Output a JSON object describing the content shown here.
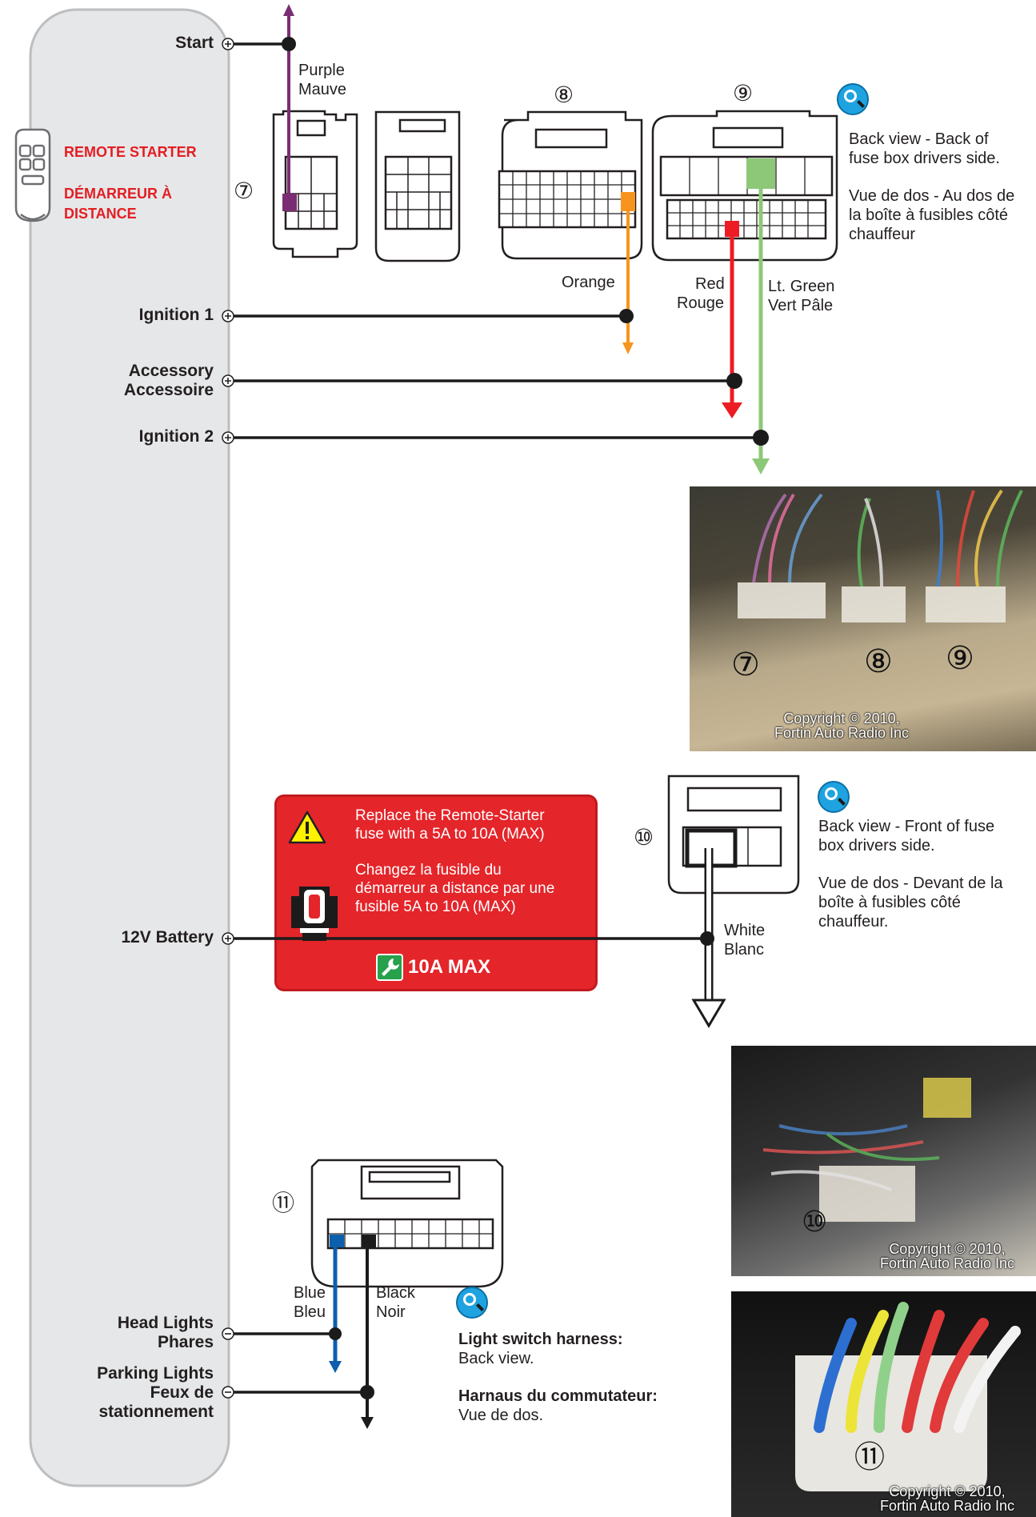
{
  "remote": {
    "title": "REMOTE STARTER",
    "title_fr": "DÉMARREUR À DISTANCE",
    "icon": "remote-icon"
  },
  "terminals": {
    "start": "Start",
    "ignition1": "Ignition 1",
    "accessory": "Accessory",
    "accessory_fr": "Accessoire",
    "ignition2": "Ignition 2",
    "battery": "12V Battery",
    "headlights": "Head Lights",
    "headlights_fr": "Phares",
    "parking": "Parking Lights",
    "parking_fr1": "Feux de",
    "parking_fr2": "stationnement"
  },
  "connectors": {
    "c7": "⑦",
    "c8": "⑧",
    "c9": "⑨",
    "c10": "⑩",
    "c11": "⑪"
  },
  "wires": {
    "purple": "Purple",
    "purple_fr": "Mauve",
    "orange": "Orange",
    "red": "Red",
    "red_fr": "Rouge",
    "green": "Lt. Green",
    "green_fr": "Vert Pâle",
    "white": "White",
    "white_fr": "Blanc",
    "blue": "Blue",
    "blue_fr": "Bleu",
    "black": "Black",
    "black_fr": "Noir"
  },
  "notes": {
    "fusebox_back_1": "Back view - Back of",
    "fusebox_back_2": "fuse box drivers side.",
    "fusebox_back_fr1": "Vue de dos - Au dos de",
    "fusebox_back_fr2": "la boîte à fusibles côté",
    "fusebox_back_fr3": "chauffeur",
    "fusebox_front_1": "Back view - Front of fuse",
    "fusebox_front_2": "box drivers side.",
    "fusebox_front_fr1": "Vue de dos - Devant de la",
    "fusebox_front_fr2": "boîte à fusibles côté",
    "fusebox_front_fr3": "chauffeur.",
    "light_title": "Light switch harness:",
    "light_sub": "Back view.",
    "light_title_fr": "Harnaus du commutateur:",
    "light_sub_fr": "Vue de dos."
  },
  "warning": {
    "en1": "Replace the Remote-Starter",
    "en2": "fuse with a 5A to 10A (MAX)",
    "fr1": "Changez la fusible du",
    "fr2": "démarreur a distance par une",
    "fr3": "fusible 5A to 10A (MAX)",
    "badge": "10A MAX"
  },
  "copyright": {
    "line1": "Copyright © 2010,",
    "line2": "Fortin Auto Radio Inc"
  },
  "colors": {
    "purple": "#7b2d73",
    "orange": "#f7941d",
    "red": "#ed1c24",
    "green": "#8dc878",
    "blue": "#0b5fad",
    "black": "#1b1b1b",
    "warning": "#e4252a"
  }
}
